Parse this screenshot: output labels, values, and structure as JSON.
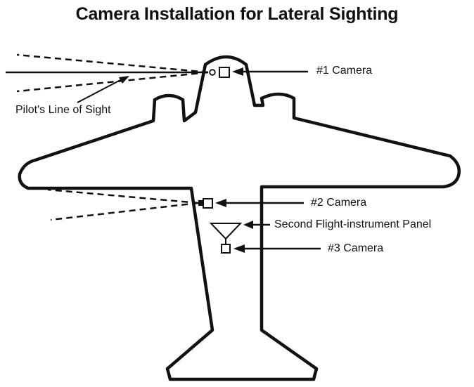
{
  "title": "Camera Installation for Lateral Sighting",
  "labels": {
    "pilot_line_of_sight": "Pilot's Line of Sight",
    "camera_1": "#1 Camera",
    "camera_2": "#2 Camera",
    "second_panel": "Second Flight-instrument Panel",
    "camera_3": "#3 Camera"
  },
  "colors": {
    "ink": "#111111",
    "background": "#ffffff"
  }
}
